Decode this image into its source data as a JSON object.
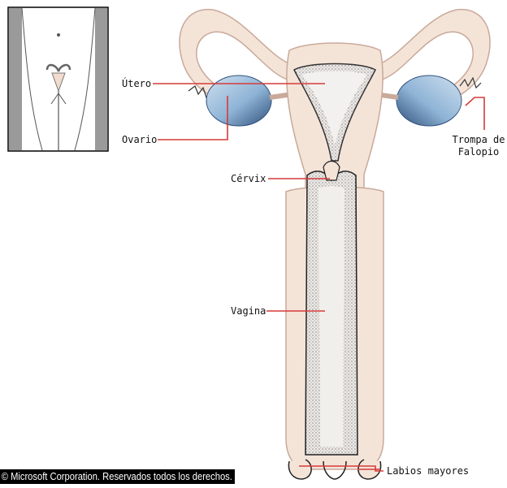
{
  "labels": {
    "utero": "Útero",
    "ovario": "Ovario",
    "cervix": "Cérvix",
    "vagina": "Vagina",
    "trompa_line1": "Trompa de",
    "trompa_line2": "Falopio",
    "labios": "Labios mayores"
  },
  "copyright": "© Microsoft Corporation. Reservados todos los derechos.",
  "colors": {
    "tissue": "#f4e4d8",
    "tissue_edge": "#c9a99a",
    "ovary": "#8fb4d6",
    "ovary_dark": "#2e4f7a",
    "leader": "#d63a3a",
    "inner": "#ece9e6",
    "stipple": "#555555"
  }
}
